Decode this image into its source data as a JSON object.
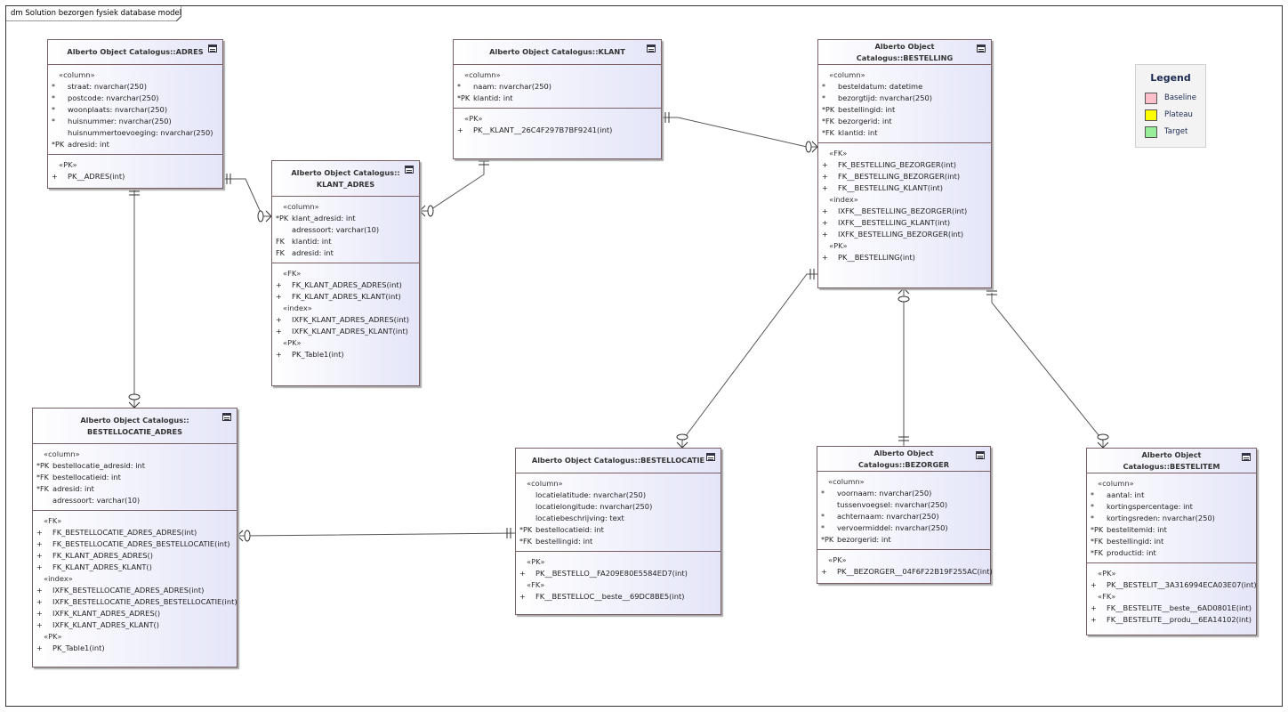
{
  "diagram": {
    "frame_title": "dm Solution bezorgen fysiek database model"
  },
  "legend": {
    "title": "Legend",
    "items": [
      {
        "label": "Baseline",
        "color": "#ffc0cb"
      },
      {
        "label": "Plateau",
        "color": "#ffff00"
      },
      {
        "label": "Target",
        "color": "#99ee99"
      }
    ]
  },
  "entities": [
    {
      "id": "adres",
      "title": [
        "Alberto Object Catalogus::ADRES"
      ],
      "sections": [
        {
          "groups": [
            {
              "label": "«column»",
              "rows": [
                {
                  "mark": "*",
                  "text": "straat: nvarchar(250)"
                },
                {
                  "mark": "*",
                  "text": "postcode: nvarchar(250)"
                },
                {
                  "mark": "*",
                  "text": "woonplaats: nvarchar(250)"
                },
                {
                  "mark": "*",
                  "text": "huisnummer: nvarchar(250)"
                },
                {
                  "mark": "",
                  "text": "huisnummertoevoeging: nvarchar(250)"
                },
                {
                  "mark": "*PK",
                  "text": "adresid: int"
                }
              ]
            }
          ]
        },
        {
          "groups": [
            {
              "label": "«PK»",
              "rows": [
                {
                  "mark": "+",
                  "text": "PK__ADRES(int)"
                }
              ]
            }
          ]
        }
      ]
    },
    {
      "id": "klant",
      "title": [
        "Alberto Object Catalogus::KLANT"
      ],
      "sections": [
        {
          "groups": [
            {
              "label": "«column»",
              "rows": [
                {
                  "mark": "*",
                  "text": "naam: nvarchar(250)"
                },
                {
                  "mark": "*PK",
                  "text": "klantid: int"
                }
              ]
            }
          ]
        },
        {
          "groups": [
            {
              "label": "«PK»",
              "rows": [
                {
                  "mark": "+",
                  "text": "PK__KLANT__26C4F297B7BF9241(int)"
                }
              ]
            }
          ]
        }
      ]
    },
    {
      "id": "klant_adres",
      "title": [
        "Alberto Object Catalogus::",
        "KLANT_ADRES"
      ],
      "sections": [
        {
          "groups": [
            {
              "label": "«column»",
              "rows": [
                {
                  "mark": "*PK",
                  "text": "klant_adresid: int"
                },
                {
                  "mark": "",
                  "text": "adressoort: varchar(10)"
                },
                {
                  "mark": "FK",
                  "text": "klantid: int"
                },
                {
                  "mark": "FK",
                  "text": "adresid: int"
                }
              ]
            }
          ]
        },
        {
          "groups": [
            {
              "label": "«FK»",
              "rows": [
                {
                  "mark": "+",
                  "text": "FK_KLANT_ADRES_ADRES(int)"
                },
                {
                  "mark": "+",
                  "text": "FK_KLANT_ADRES_KLANT(int)"
                }
              ]
            },
            {
              "label": "«index»",
              "rows": [
                {
                  "mark": "+",
                  "text": "IXFK_KLANT_ADRES_ADRES(int)"
                },
                {
                  "mark": "+",
                  "text": "IXFK_KLANT_ADRES_KLANT(int)"
                }
              ]
            },
            {
              "label": "«PK»",
              "rows": [
                {
                  "mark": "+",
                  "text": "PK_Table1(int)"
                }
              ]
            }
          ]
        }
      ]
    },
    {
      "id": "bestelling",
      "title": [
        "Alberto Object Catalogus::BESTELLING"
      ],
      "sections": [
        {
          "groups": [
            {
              "label": "«column»",
              "rows": [
                {
                  "mark": "*",
                  "text": "besteldatum: datetime"
                },
                {
                  "mark": "*",
                  "text": "bezorgtijd: nvarchar(250)"
                },
                {
                  "mark": "*PK",
                  "text": "bestellingid: int"
                },
                {
                  "mark": "*FK",
                  "text": "bezorgerid: int"
                },
                {
                  "mark": "*FK",
                  "text": "klantid: int"
                }
              ]
            }
          ]
        },
        {
          "groups": [
            {
              "label": "«FK»",
              "rows": [
                {
                  "mark": "+",
                  "text": "FK_BESTELLING_BEZORGER(int)"
                },
                {
                  "mark": "+",
                  "text": "FK__BESTELLING_BEZORGER(int)"
                },
                {
                  "mark": "+",
                  "text": "FK__BESTELLING_KLANT(int)"
                }
              ]
            },
            {
              "label": "«index»",
              "rows": [
                {
                  "mark": "+",
                  "text": "IXFK__BESTELLING_BEZORGER(int)"
                },
                {
                  "mark": "+",
                  "text": "IXFK__BESTELLING_KLANT(int)"
                },
                {
                  "mark": "+",
                  "text": "IXFK_BESTELLING_BEZORGER(int)"
                }
              ]
            },
            {
              "label": "«PK»",
              "rows": [
                {
                  "mark": "+",
                  "text": "PK__BESTELLING(int)"
                }
              ]
            }
          ]
        }
      ]
    },
    {
      "id": "bestellocatie_adres",
      "title": [
        "Alberto Object Catalogus::",
        "BESTELLOCATIE_ADRES"
      ],
      "sections": [
        {
          "groups": [
            {
              "label": "«column»",
              "rows": [
                {
                  "mark": "*PK",
                  "text": "bestellocatie_adresid: int"
                },
                {
                  "mark": "*FK",
                  "text": "bestellocatieid: int"
                },
                {
                  "mark": "*FK",
                  "text": "adresid: int"
                },
                {
                  "mark": "",
                  "text": "adressoort: varchar(10)"
                }
              ]
            }
          ]
        },
        {
          "groups": [
            {
              "label": "«FK»",
              "rows": [
                {
                  "mark": "+",
                  "text": "FK_BESTELLOCATIE_ADRES_ADRES(int)"
                },
                {
                  "mark": "+",
                  "text": "FK_BESTELLOCATIE_ADRES_BESTELLOCATIE(int)"
                },
                {
                  "mark": "+",
                  "text": "FK_KLANT_ADRES_ADRES()"
                },
                {
                  "mark": "+",
                  "text": "FK_KLANT_ADRES_KLANT()"
                }
              ]
            },
            {
              "label": "«index»",
              "rows": [
                {
                  "mark": "+",
                  "text": "IXFK_BESTELLOCATIE_ADRES_ADRES(int)"
                },
                {
                  "mark": "+",
                  "text": "IXFK_BESTELLOCATIE_ADRES_BESTELLOCATIE(int)"
                },
                {
                  "mark": "+",
                  "text": "IXFK_KLANT_ADRES_ADRES()"
                },
                {
                  "mark": "+",
                  "text": "IXFK_KLANT_ADRES_KLANT()"
                }
              ]
            },
            {
              "label": "«PK»",
              "rows": [
                {
                  "mark": "+",
                  "text": "PK_Table1(int)"
                }
              ]
            }
          ]
        }
      ]
    },
    {
      "id": "bestellocatie",
      "title": [
        "Alberto Object Catalogus::BESTELLOCATIE"
      ],
      "sections": [
        {
          "groups": [
            {
              "label": "«column»",
              "rows": [
                {
                  "mark": "",
                  "text": "locatielatitude: nvarchar(250)"
                },
                {
                  "mark": "",
                  "text": "locatielongitude: nvarchar(250)"
                },
                {
                  "mark": "",
                  "text": "locatiebeschrijving: text"
                },
                {
                  "mark": "*PK",
                  "text": "bestellocatieid: int"
                },
                {
                  "mark": "*FK",
                  "text": "bestellingid: int"
                }
              ]
            }
          ]
        },
        {
          "groups": [
            {
              "label": "«PK»",
              "rows": [
                {
                  "mark": "+",
                  "text": "PK__BESTELLO__FA209E80E5584ED7(int)"
                }
              ]
            },
            {
              "label": "«FK»",
              "rows": [
                {
                  "mark": "+",
                  "text": "FK__BESTELLOC__beste__69DC8BE5(int)"
                }
              ]
            }
          ]
        }
      ]
    },
    {
      "id": "bezorger",
      "title": [
        "Alberto Object Catalogus::BEZORGER"
      ],
      "sections": [
        {
          "groups": [
            {
              "label": "«column»",
              "rows": [
                {
                  "mark": "*",
                  "text": "voornaam: nvarchar(250)"
                },
                {
                  "mark": "",
                  "text": "tussenvoegsel: nvarchar(250)"
                },
                {
                  "mark": "*",
                  "text": "achternaam: nvarchar(250)"
                },
                {
                  "mark": "*",
                  "text": "vervoermiddel: nvarchar(250)"
                },
                {
                  "mark": "*PK",
                  "text": "bezorgerid: int"
                }
              ]
            }
          ]
        },
        {
          "groups": [
            {
              "label": "«PK»",
              "rows": [
                {
                  "mark": "+",
                  "text": "PK__BEZORGER__04F6F22B19F255AC(int)"
                }
              ]
            }
          ]
        }
      ]
    },
    {
      "id": "bestelitem",
      "title": [
        "Alberto Object Catalogus::BESTELITEM"
      ],
      "sections": [
        {
          "groups": [
            {
              "label": "«column»",
              "rows": [
                {
                  "mark": "*",
                  "text": "aantal: int"
                },
                {
                  "mark": "*",
                  "text": "kortingspercentage: int"
                },
                {
                  "mark": "*",
                  "text": "kortingsreden: nvarchar(250)"
                },
                {
                  "mark": "*PK",
                  "text": "bestelitemid: int"
                },
                {
                  "mark": "*FK",
                  "text": "bestellingid: int"
                },
                {
                  "mark": "*FK",
                  "text": "productid: int"
                }
              ]
            }
          ]
        },
        {
          "groups": [
            {
              "label": "«PK»",
              "rows": [
                {
                  "mark": "+",
                  "text": "PK__BESTELIT__3A316994ECA03E07(int)"
                }
              ]
            },
            {
              "label": "«FK»",
              "rows": [
                {
                  "mark": "+",
                  "text": "FK__BESTELITE__beste__6AD0801E(int)"
                },
                {
                  "mark": "+",
                  "text": "FK__BESTELITE__produ__6EA14102(int)"
                }
              ]
            }
          ]
        }
      ]
    }
  ],
  "relations": [
    {
      "from": "adres",
      "to": "klant_adres"
    },
    {
      "from": "klant",
      "to": "klant_adres"
    },
    {
      "from": "klant",
      "to": "bestelling"
    },
    {
      "from": "adres",
      "to": "bestellocatie_adres"
    },
    {
      "from": "bestellocatie",
      "to": "bestellocatie_adres"
    },
    {
      "from": "bestelling",
      "to": "bestellocatie"
    },
    {
      "from": "bezorger",
      "to": "bestelling"
    },
    {
      "from": "bestelling",
      "to": "bestelitem"
    }
  ]
}
